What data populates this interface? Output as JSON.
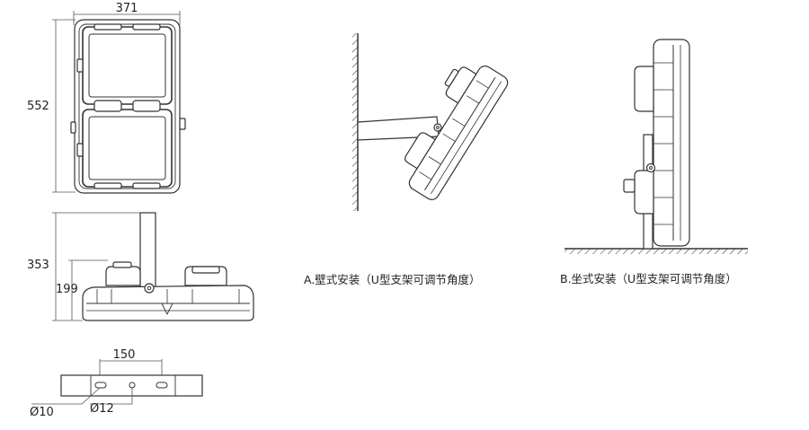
{
  "dimensions": {
    "width_top": "371",
    "height_front": "552",
    "height_side_total": "353",
    "height_side_body": "199",
    "hole_spacing": "150",
    "hole_dia_slot": "Ø10",
    "hole_dia_center": "Ø12"
  },
  "captions": {
    "wall_mount": "A.壁式安装（U型支架可调节角度）",
    "floor_mount": "B.坐式安装（U型支架可调节角度）"
  }
}
